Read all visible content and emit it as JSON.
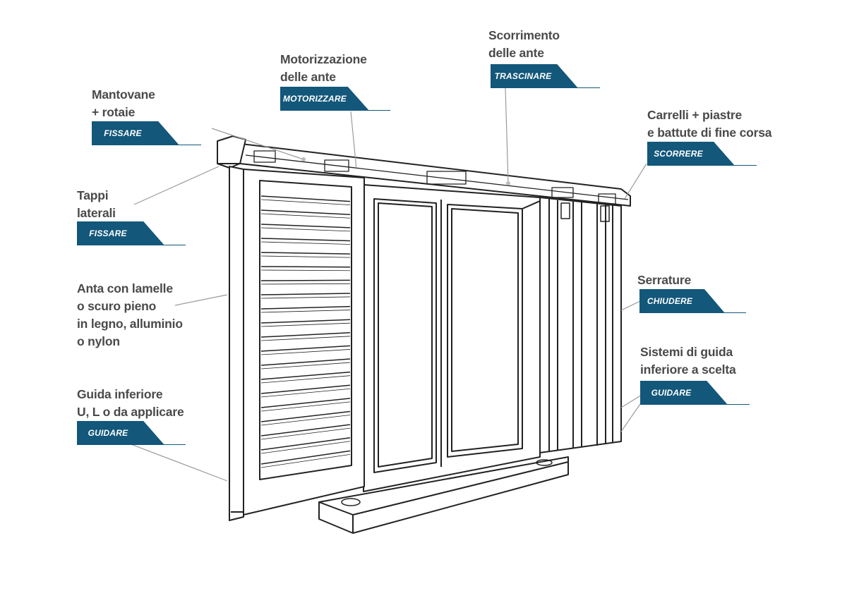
{
  "callouts": [
    {
      "id": "mantovane",
      "lines": [
        "Mantovane",
        "+ rotaie"
      ],
      "tag": "FISSARE"
    },
    {
      "id": "tappi",
      "lines": [
        "Tappi",
        "laterali"
      ],
      "tag": "FISSARE"
    },
    {
      "id": "anta",
      "lines": [
        "Anta con lamelle",
        "o scuro pieno",
        "in legno, alluminio",
        "o nylon"
      ],
      "tag": ""
    },
    {
      "id": "guida-inferiore",
      "lines": [
        "Guida inferiore",
        "U, L o da applicare"
      ],
      "tag": "GUIDARE"
    },
    {
      "id": "motorizzazione",
      "lines": [
        "Motorizzazione",
        "delle ante"
      ],
      "tag": "MOTORIZZARE"
    },
    {
      "id": "scorrimento",
      "lines": [
        "Scorrimento",
        "delle ante"
      ],
      "tag": "TRASCINARE"
    },
    {
      "id": "carrelli",
      "lines": [
        "Carrelli + piastre",
        "e battute di fine corsa"
      ],
      "tag": "SCORRERE"
    },
    {
      "id": "serrature",
      "lines": [
        "Serrature"
      ],
      "tag": "CHIUDERE"
    },
    {
      "id": "sistemi-guida",
      "lines": [
        "Sistemi di guida",
        "inferiore a scelta"
      ],
      "tag": "GUIDARE"
    }
  ],
  "colors": {
    "tag_background": "#13577a",
    "tag_text": "#ffffff",
    "label_text": "#4a4a4a",
    "drawing_stroke": "#222222",
    "leader_line": "#9a9a9a"
  }
}
